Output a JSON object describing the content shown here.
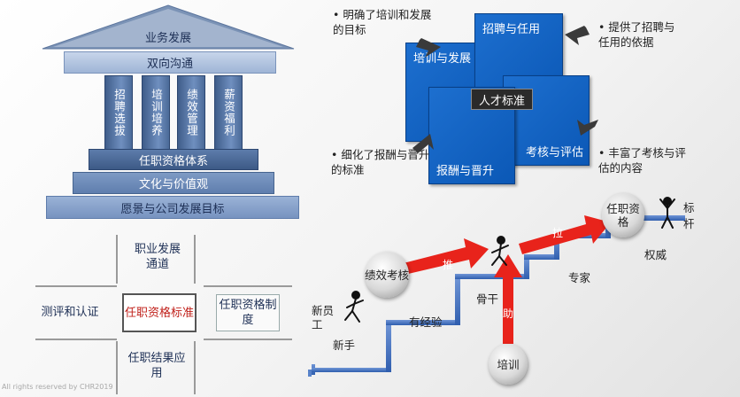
{
  "temple": {
    "roof": "业务发展",
    "beam": "双向沟通",
    "pillars": [
      "招聘选拔",
      "培训培养",
      "绩效管理",
      "薪资福利"
    ],
    "base1": "任职资格体系",
    "base2": "文化与价值观",
    "base3": "愿景与公司发展目标"
  },
  "cross": {
    "top": "职业发展通道",
    "left": "测评和认证",
    "center": "任职资格标准",
    "right": "任职资格制度",
    "bottom": "任职结果应用"
  },
  "venn": {
    "recruit": "招聘与任用",
    "train": "培训与发展",
    "reward": "报酬与晋升",
    "assess": "考核与评估",
    "center": "人才标准"
  },
  "notes": {
    "top_left": "• 明确了培训和发展的目标",
    "top_right": "• 提供了招聘与任用的依据",
    "bottom_left": "• 细化了报酬与晋升的标准",
    "bottom_right": "• 丰富了考核与评估的内容"
  },
  "career": {
    "newcomer": "新员工",
    "novice": "新手",
    "experienced": "有经验",
    "backbone": "骨干",
    "expert": "专家",
    "authority": "权威",
    "benchmark": "标杆",
    "ball_perf": "绩效考核",
    "ball_quali": "任职资格",
    "ball_train": "培训",
    "arrow1": "推",
    "arrow2": "拉",
    "arrow3": "助"
  },
  "footer": "All rights reserved by CHR2019",
  "colors": {
    "pillar": "#4b6a98",
    "bar_light": "#8aa6cf",
    "bar_dark": "#3d5a86",
    "square": "#0b58b6",
    "arrow_red": "#e8231b",
    "step_blue": "#3d6fc2"
  }
}
